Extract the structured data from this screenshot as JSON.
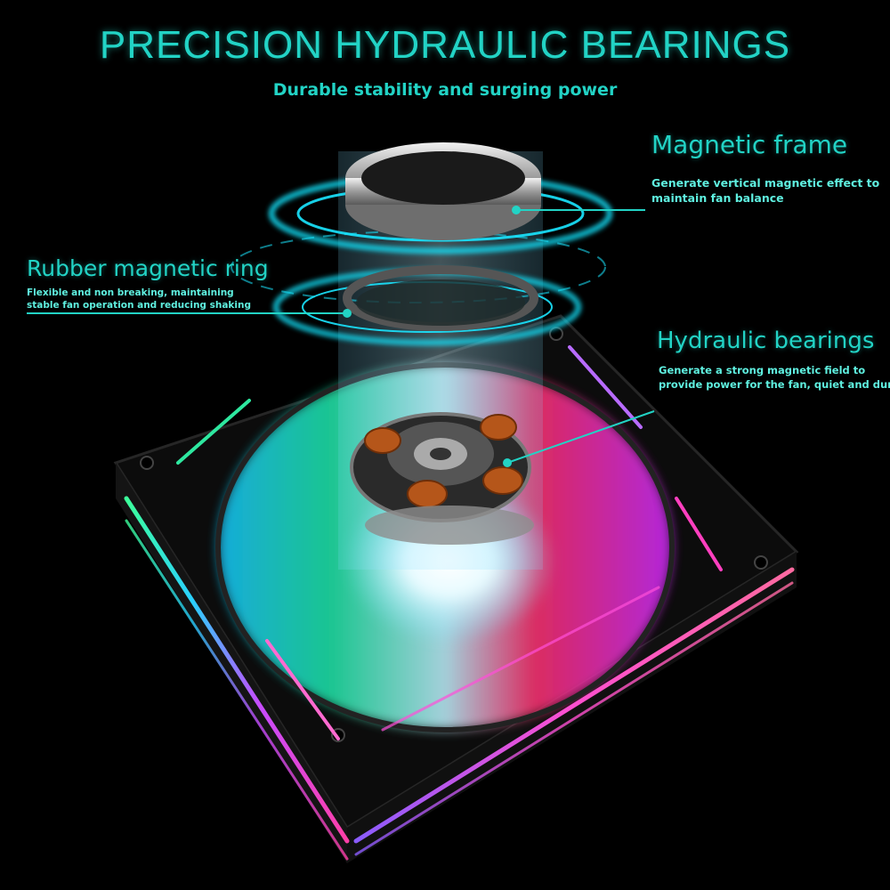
{
  "header": {
    "title": "PRECISION HYDRAULIC BEARINGS",
    "subtitle": "Durable stability and surging power"
  },
  "callouts": {
    "magnetic_frame": {
      "title": "Magnetic frame",
      "desc": [
        "Generate vertical magnetic effect to",
        "maintain fan balance"
      ]
    },
    "rubber_ring": {
      "title": "Rubber magnetic ring",
      "desc": [
        "Flexible and non breaking, maintaining",
        "stable fan operation and reducing shaking"
      ]
    },
    "hydraulic_bearings": {
      "title": "Hydraulic bearings",
      "desc": [
        "Generate a strong magnetic field to",
        "provide power for the fan, quiet and durable"
      ]
    }
  },
  "colors": {
    "accent": "#22d3c5",
    "background": "#000000"
  }
}
